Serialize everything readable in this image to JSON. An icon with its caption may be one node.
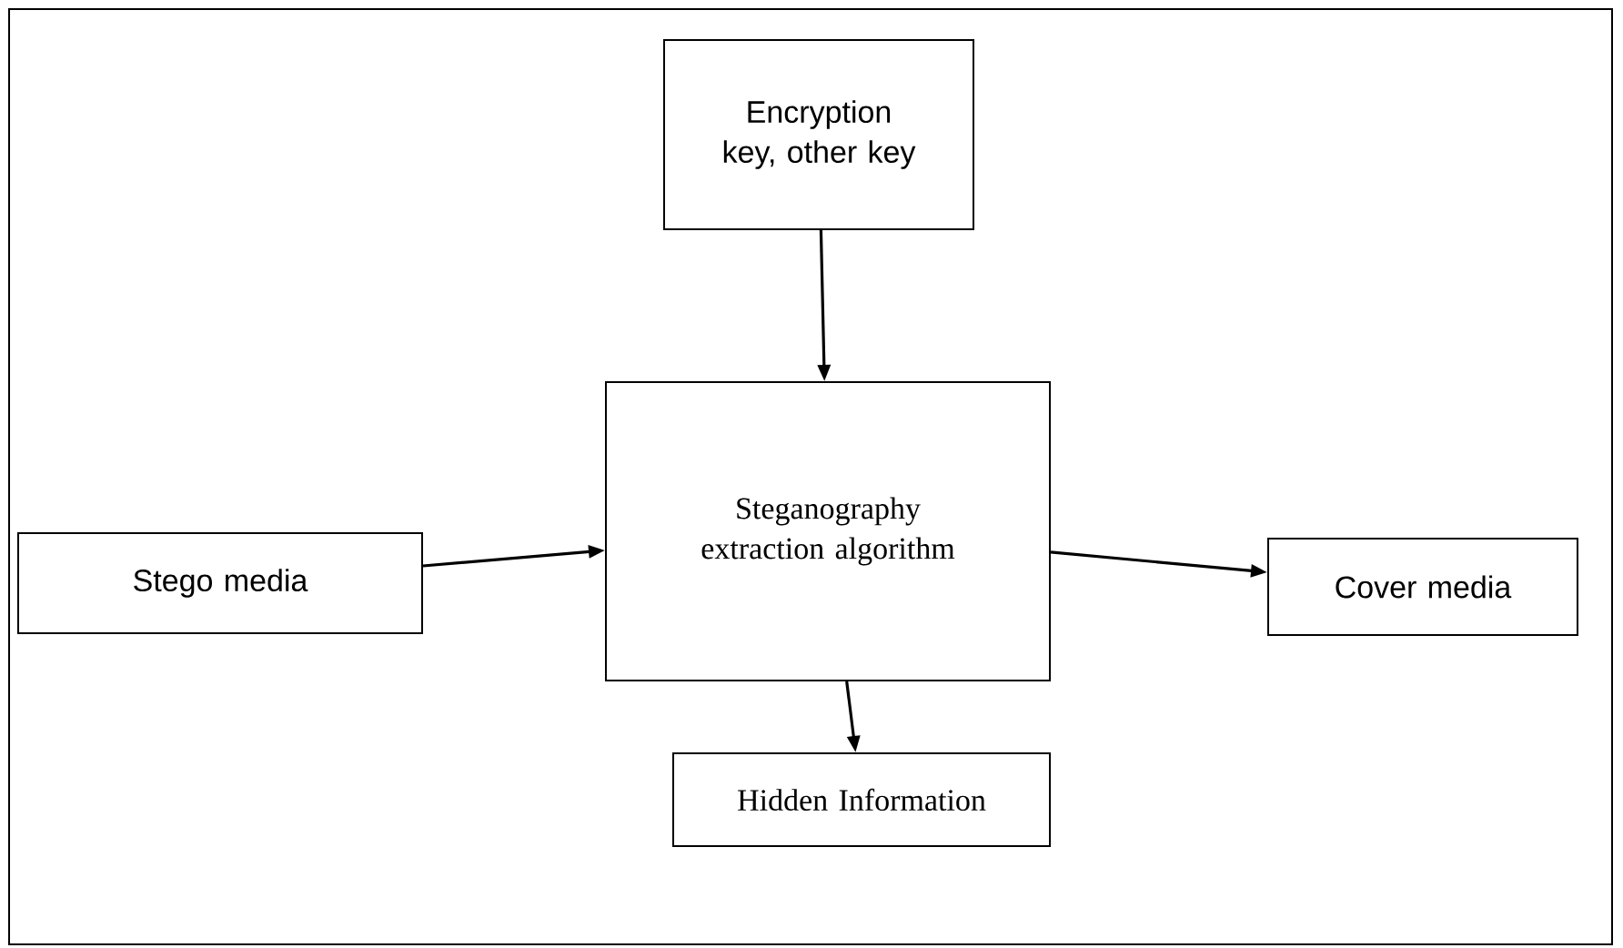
{
  "diagram": {
    "nodes": [
      {
        "text": [
          "Encryption key, other key"
        ]
      },
      {
        "text": [
          "Stego media"
        ]
      },
      {
        "text": [
          "Steganography extraction algorithm"
        ]
      },
      {
        "text": [
          "Cover media"
        ]
      },
      {
        "text": [
          "Hidden Information"
        ]
      }
    ],
    "edges": [
      {
        "from": 0,
        "to": 2,
        "arrow": "to"
      },
      {
        "from": 1,
        "to": 2,
        "arrow": "to"
      },
      {
        "from": 2,
        "to": 3,
        "arrow": "to"
      },
      {
        "from": 2,
        "to": 4,
        "arrow": "to"
      }
    ]
  }
}
